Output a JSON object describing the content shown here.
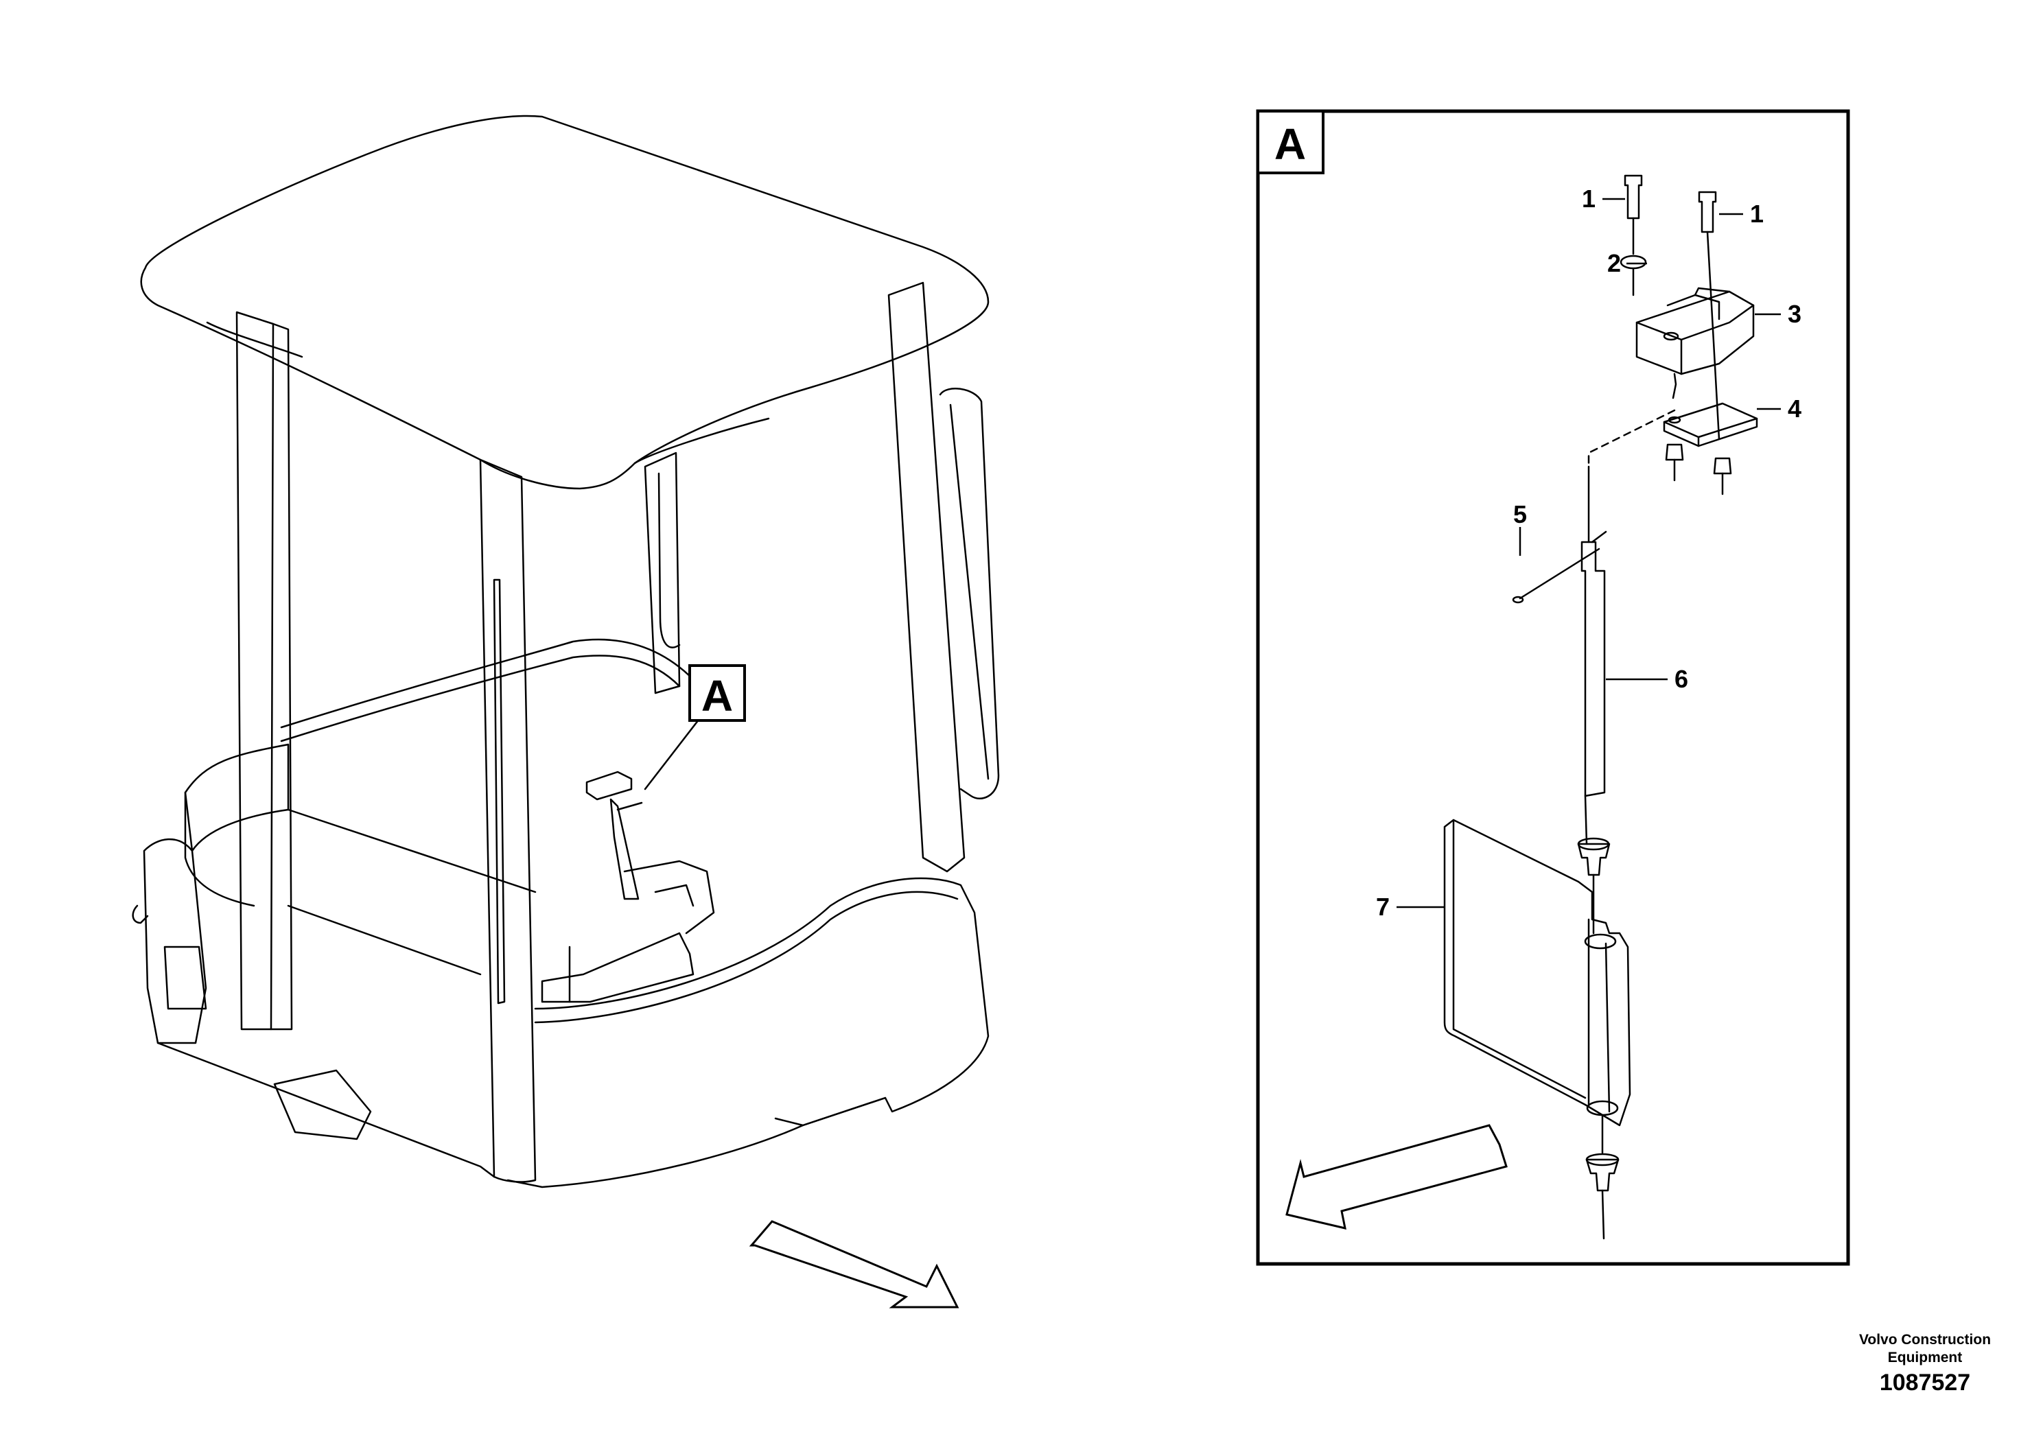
{
  "overview": {
    "detail_marker": "A"
  },
  "detail": {
    "label": "A",
    "callouts": [
      "1",
      "1",
      "2",
      "3",
      "4",
      "5",
      "6",
      "7"
    ]
  },
  "footer": {
    "manufacturer_line1": "Volvo Construction",
    "manufacturer_line2": "Equipment",
    "drawing_number": "1087527"
  }
}
